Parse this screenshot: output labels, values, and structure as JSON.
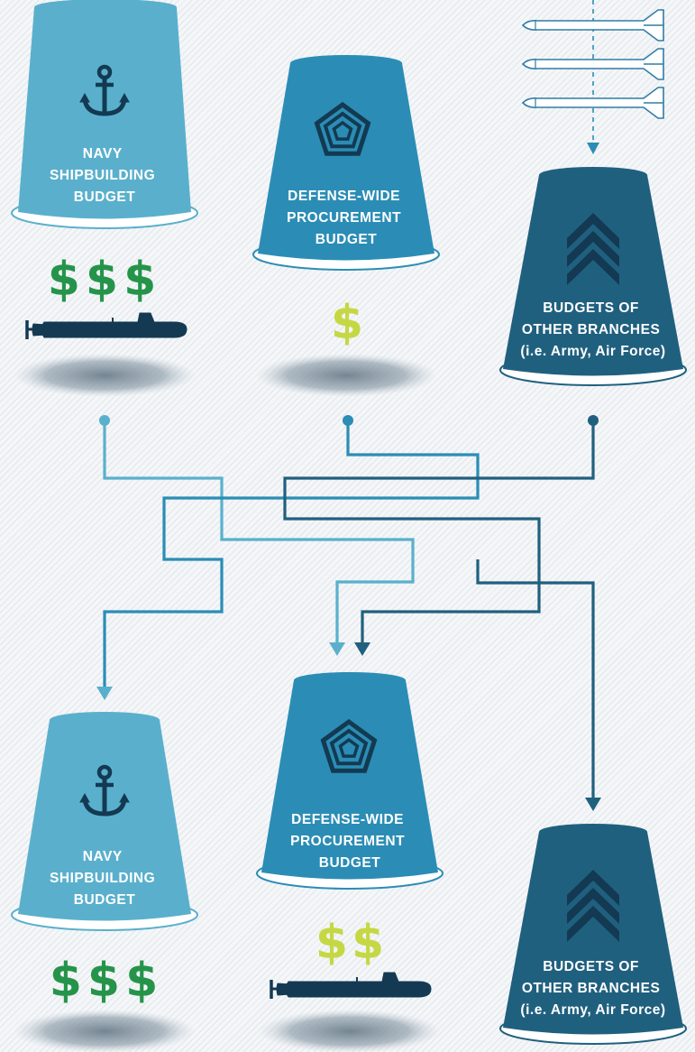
{
  "colors": {
    "navy_cup": "#5ab0cc",
    "defense_cup": "#2b8db5",
    "branches_cup": "#20607f",
    "money_green": "#25944a",
    "money_lime": "#c5d844",
    "submarine": "#133a52",
    "arrow_light": "#5ab0cc",
    "arrow_mid": "#2b8db5",
    "arrow_dark": "#20607f"
  },
  "top": {
    "navy": {
      "label_lines": [
        "NAVY",
        "SHIPBUILDING",
        "BUDGET"
      ],
      "icon": "anchor-icon",
      "money": "$$$",
      "has_submarine": true
    },
    "defense": {
      "label_lines": [
        "DEFENSE-WIDE",
        "PROCUREMENT",
        "BUDGET"
      ],
      "icon": "pentagon-icon",
      "money": "$",
      "has_submarine": false
    },
    "branches": {
      "label_lines": [
        "BUDGETS OF",
        "OTHER BRANCHES",
        "(i.e. Army, Air Force)"
      ],
      "icon": "chevron-rank-icon",
      "incoming": "missiles-icon"
    }
  },
  "bottom": {
    "navy": {
      "label_lines": [
        "NAVY",
        "SHIPBUILDING",
        "BUDGET"
      ],
      "icon": "anchor-icon",
      "money": "$$$"
    },
    "defense": {
      "label_lines": [
        "DEFENSE-WIDE",
        "PROCUREMENT",
        "BUDGET"
      ],
      "icon": "pentagon-icon",
      "money": "$$",
      "has_submarine": true
    },
    "branches": {
      "label_lines": [
        "BUDGETS OF",
        "OTHER BRANCHES",
        "(i.e. Army, Air Force)"
      ],
      "icon": "chevron-rank-icon"
    }
  }
}
